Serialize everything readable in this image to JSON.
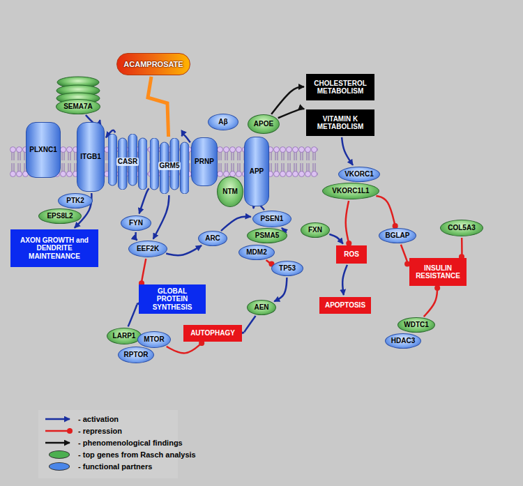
{
  "diagram": {
    "nodes": [
      {
        "text": [
          "ACAMPROSATE"
        ]
      },
      {
        "text": [
          "SEMA7A"
        ]
      },
      {
        "text": [
          "PLXNC1"
        ]
      },
      {
        "text": [
          "ITGB1"
        ]
      },
      {
        "text": [
          "CASR"
        ]
      },
      {
        "text": [
          "GRM5"
        ]
      },
      {
        "text": [
          "PRNP"
        ]
      },
      {
        "text": [
          "Aβ"
        ]
      },
      {
        "text": [
          "APOE"
        ]
      },
      {
        "text": [
          "APP"
        ]
      },
      {
        "text": [
          "NTM"
        ]
      },
      {
        "text": [
          "CHOLESTEROL METABOLISM"
        ]
      },
      {
        "text": [
          "VITAMIN K METABOLISM"
        ]
      },
      {
        "text": [
          "PTK2"
        ]
      },
      {
        "text": [
          "EPS8L2"
        ]
      },
      {
        "text": [
          "AXON GROWTH and DENDRITE MAINTENANCE"
        ]
      },
      {
        "text": [
          "FYN"
        ]
      },
      {
        "text": [
          "EEF2K"
        ]
      },
      {
        "text": [
          "ARC"
        ]
      },
      {
        "text": [
          "PSEN1"
        ]
      },
      {
        "text": [
          "PSMA5"
        ]
      },
      {
        "text": [
          "MDM2"
        ]
      },
      {
        "text": [
          "FXN"
        ]
      },
      {
        "text": [
          "ROS"
        ]
      },
      {
        "text": [
          "VKORC1"
        ]
      },
      {
        "text": [
          "VKORC1L1"
        ]
      },
      {
        "text": [
          "BGLAP"
        ]
      },
      {
        "text": [
          "COL5A3"
        ]
      },
      {
        "text": [
          "INSULIN RESISTANCE"
        ]
      },
      {
        "text": [
          "TP53"
        ]
      },
      {
        "text": [
          "APOPTOSIS"
        ]
      },
      {
        "text": [
          "GLOBAL PROTEIN SYNTHESIS"
        ]
      },
      {
        "text": [
          "AEN"
        ]
      },
      {
        "text": [
          "AUTOPHAGY"
        ]
      },
      {
        "text": [
          "LARP1"
        ]
      },
      {
        "text": [
          "MTOR"
        ]
      },
      {
        "text": [
          "RPTOR"
        ]
      },
      {
        "text": [
          "WDTC1"
        ]
      },
      {
        "text": [
          "HDAC3"
        ]
      }
    ],
    "edges": [
      {
        "from": 1,
        "to": 3,
        "arrow": "to"
      },
      {
        "from": 4,
        "to": 3,
        "arrow": "to"
      },
      {
        "from": 6,
        "to": 5,
        "arrow": "to"
      },
      {
        "from": 0,
        "to": 5,
        "arrow": "none"
      },
      {
        "from": 8,
        "to": 11,
        "arrow": "to"
      },
      {
        "from": 8,
        "to": 12,
        "arrow": "to"
      },
      {
        "from": 12,
        "to": 24,
        "arrow": "to"
      },
      {
        "from": 3,
        "to": 15,
        "arrow": "to"
      },
      {
        "from": 5,
        "to": 16,
        "arrow": "to"
      },
      {
        "from": 5,
        "to": 17,
        "arrow": "to"
      },
      {
        "from": 16,
        "to": 17,
        "arrow": "to"
      },
      {
        "from": 17,
        "to": 31,
        "arrow": "to"
      },
      {
        "from": 17,
        "to": 18,
        "arrow": "to"
      },
      {
        "from": 18,
        "to": 19,
        "arrow": "to"
      },
      {
        "from": 19,
        "to": 9,
        "arrow": "to"
      },
      {
        "from": 20,
        "to": 19,
        "arrow": "to"
      },
      {
        "from": 21,
        "to": 29,
        "arrow": "to"
      },
      {
        "from": 22,
        "to": 23,
        "arrow": "to"
      },
      {
        "from": 25,
        "to": 23,
        "arrow": "to"
      },
      {
        "from": 23,
        "to": 30,
        "arrow": "to"
      },
      {
        "from": 29,
        "to": 32,
        "arrow": "to"
      },
      {
        "from": 32,
        "to": 33,
        "arrow": "to"
      },
      {
        "from": 35,
        "to": 33,
        "arrow": "to"
      },
      {
        "from": 34,
        "to": 31,
        "arrow": "to"
      },
      {
        "from": 25,
        "to": 26,
        "arrow": "to"
      },
      {
        "from": 26,
        "to": 28,
        "arrow": "to"
      },
      {
        "from": 27,
        "to": 28,
        "arrow": "to"
      },
      {
        "from": 37,
        "to": 28,
        "arrow": "to"
      }
    ],
    "legend": [
      {
        "text": "- activation"
      },
      {
        "text": "- repression"
      },
      {
        "text": "- phenomenological findings"
      },
      {
        "text": "- top genes from Rasch analysis",
        "color": "#4caf50"
      },
      {
        "text": "- functional partners",
        "color": "#4a86e8"
      }
    ]
  }
}
